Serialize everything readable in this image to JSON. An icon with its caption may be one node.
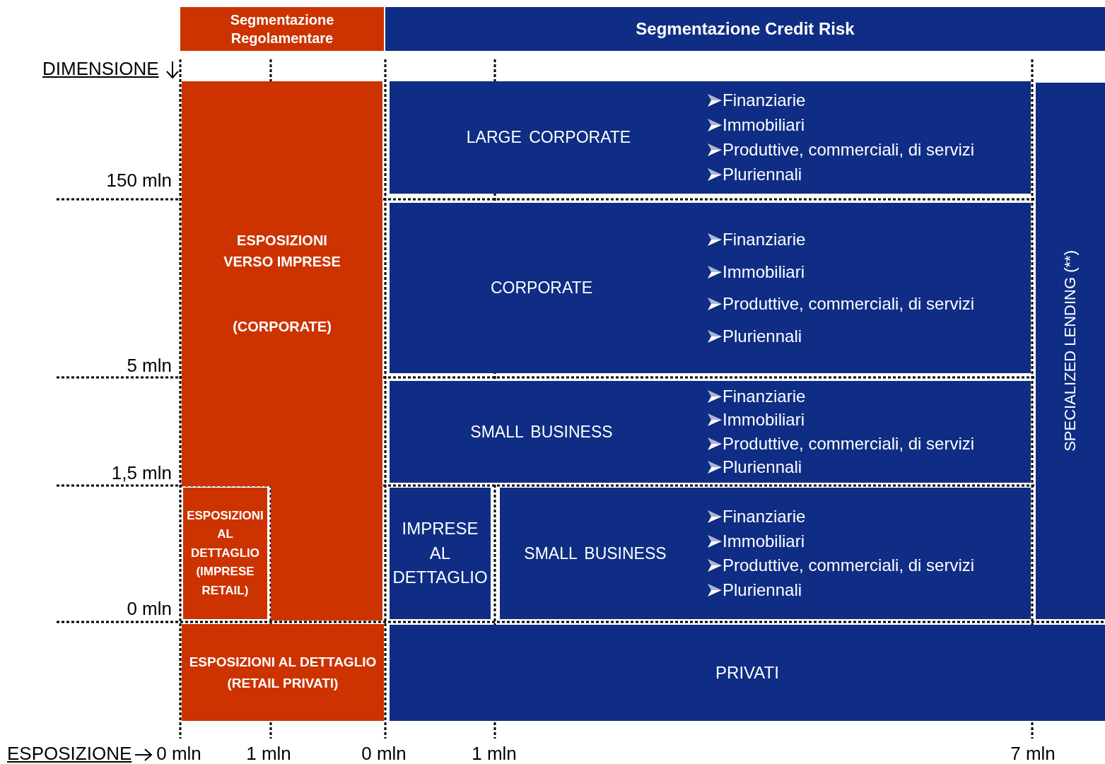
{
  "diagram": {
    "nodes": [
      {
        "text": [
          "Segmentazione Regolamentare"
        ]
      },
      {
        "text": [
          "Segmentazione Credit Risk"
        ]
      },
      {
        "text": [
          "ESPOSIZIONI VERSO IMPRESE",
          "(CORPORATE)"
        ]
      },
      {
        "text": [
          "ESPOSIZIONI AL DETTAGLIO (IMPRESE RETAIL)"
        ]
      },
      {
        "text": [
          "ESPOSIZIONI AL DETTAGLIO (RETAIL PRIVATI)"
        ]
      },
      {
        "text": [
          "LARGE CORPORATE",
          "Finanziarie",
          "Immobiliari",
          "Produttive, commerciali, di servizi",
          "Pluriennali"
        ]
      },
      {
        "text": [
          "CORPORATE",
          "Finanziarie",
          "Immobiliari",
          "Produttive, commerciali, di servizi",
          "Pluriennali"
        ]
      },
      {
        "text": [
          "SMALL BUSINESS",
          "Finanziarie",
          "Immobiliari",
          "Produttive, commerciali, di servizi",
          "Pluriennali"
        ]
      },
      {
        "text": [
          "IMPRESE AL DETTAGLIO"
        ]
      },
      {
        "text": [
          "SMALL BUSINESS",
          "Finanziarie",
          "Immobiliari",
          "Produttive, commerciali, di servizi",
          "Pluriennali"
        ]
      },
      {
        "text": [
          "PRIVATI"
        ]
      },
      {
        "text": [
          "SPECIALIZED LENDING (**)"
        ]
      }
    ],
    "labels": [
      "DIMENSIONE",
      "150 mln",
      "5 mln",
      "1,5 mln",
      "0 mln",
      "ESPOSIZIONE",
      "0 mln",
      "1 mln",
      "0 mln",
      "1 mln",
      "7 mln"
    ]
  }
}
